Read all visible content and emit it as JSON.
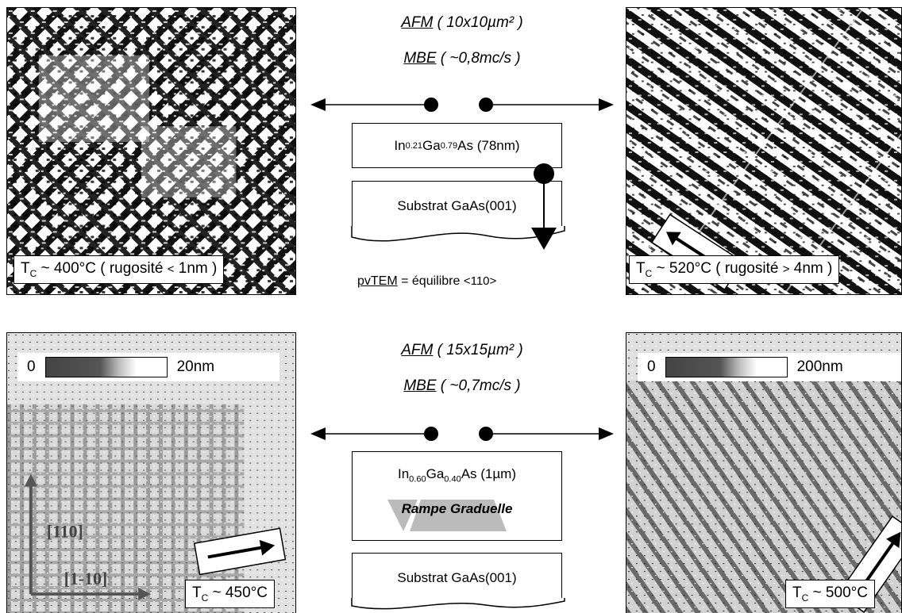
{
  "top": {
    "left_panel": {
      "label_prefix": "T",
      "label_sub": "C",
      "label_main": " ~ 400°C ( rugosité ",
      "label_rel": "<",
      "label_end": " 1nm )"
    },
    "right_panel": {
      "label_prefix": "T",
      "label_sub": "C",
      "label_main": " ~ 520°C ( rugosité ",
      "label_rel": ">",
      "label_end": " 4nm )"
    },
    "title_line1_u": "AFM",
    "title_line1_rest": " ( 10x10µm² )",
    "title_line2_u": "MBE",
    "title_line2_rest": " ( ~0,8mc/s )",
    "layer_in": "In",
    "layer_in_sub": "0.21",
    "layer_ga": "Ga",
    "layer_ga_sub": "0.79",
    "layer_rest": "As (78nm)",
    "substrate": "Substrat GaAs(001)",
    "caption_u": "pvTEM",
    "caption_rest": " = équilibre ",
    "caption_dir": "<110>"
  },
  "bottom": {
    "left_panel": {
      "label_prefix": "T",
      "label_sub": "C",
      "label_main": " ~ 450°C",
      "scale_min": "0",
      "scale_max": "20nm",
      "axis_a": "[110]",
      "axis_b": "[1-10]"
    },
    "right_panel": {
      "label_prefix": "T",
      "label_sub": "C",
      "label_main": " ~ 500°C",
      "scale_min": "0",
      "scale_max": "200nm"
    },
    "title_line1_u": "AFM",
    "title_line1_rest": " ( 15x15µm² )",
    "title_line2_u": "MBE",
    "title_line2_rest": " ( ~0,7mc/s )",
    "layer_in": "In",
    "layer_in_sub": "0.60",
    "layer_ga": "Ga",
    "layer_ga_sub": "0.40",
    "layer_rest": "As (1µm)",
    "ramp_label": "Rampe Graduelle",
    "substrate": "Substrat GaAs(001)"
  }
}
